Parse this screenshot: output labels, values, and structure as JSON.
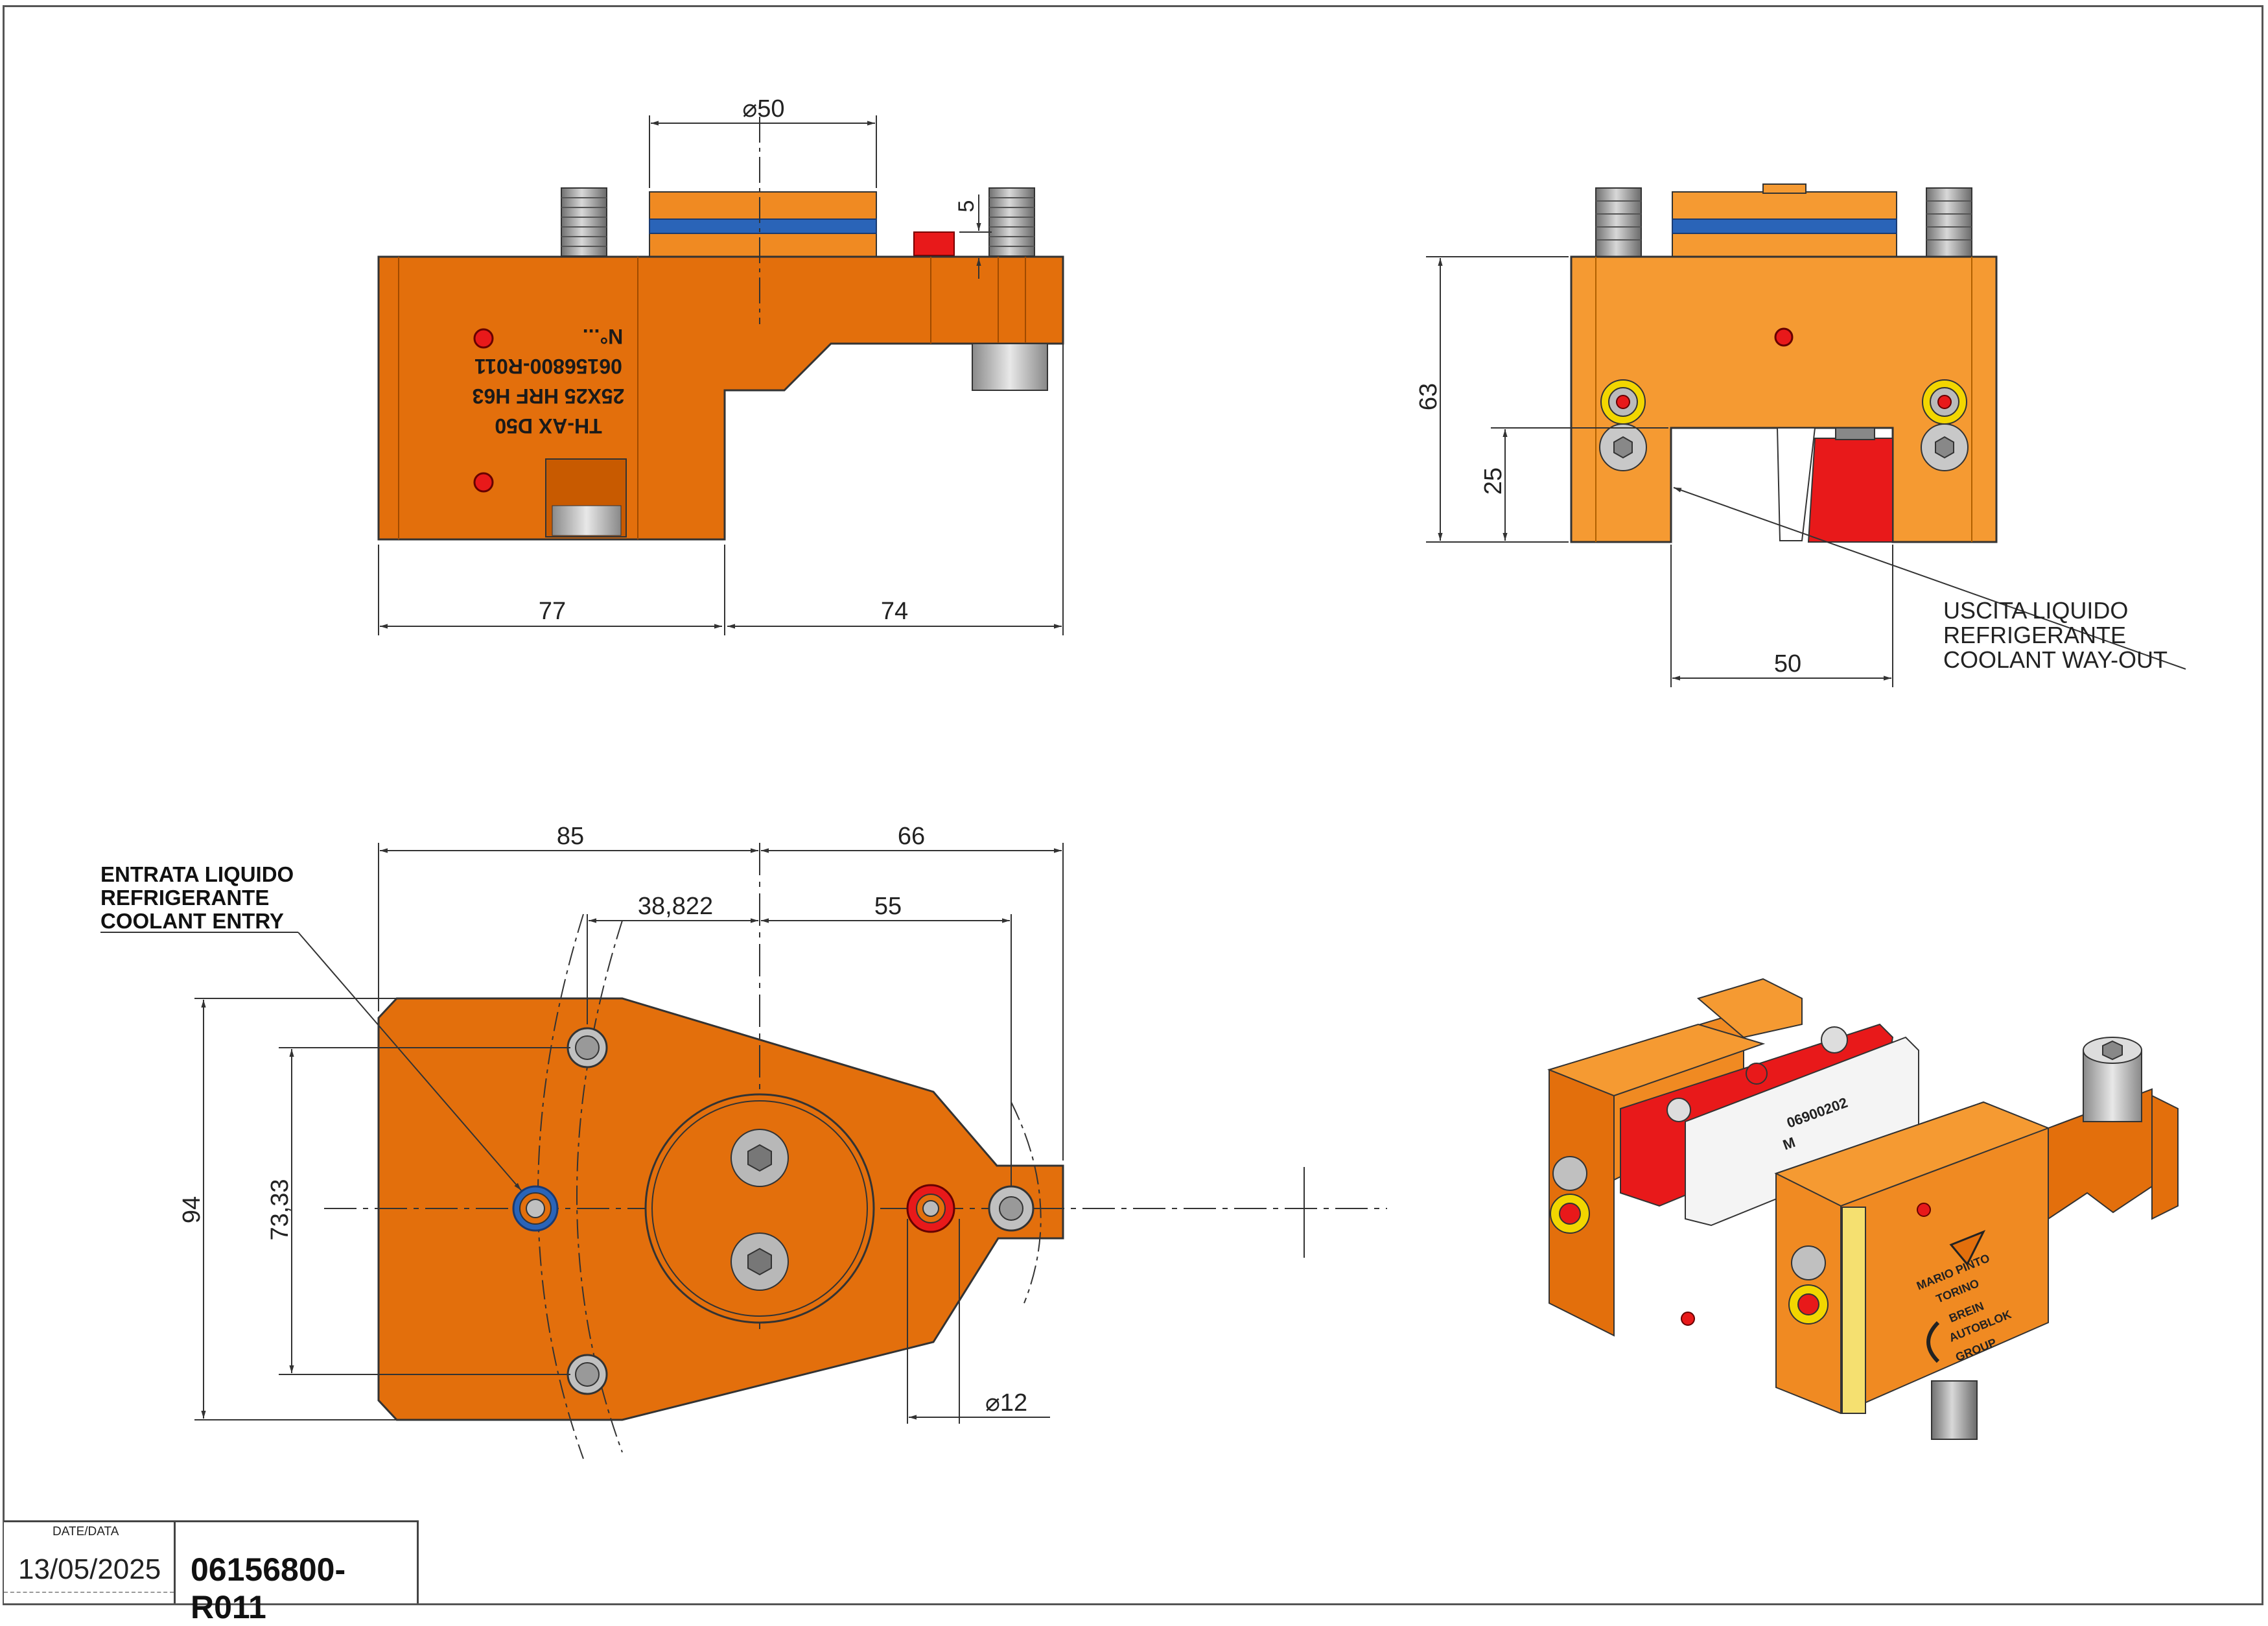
{
  "title_block": {
    "date_label": "DATE/DATA",
    "date": "13/05/2025",
    "part_number": "06156800-R011"
  },
  "front_view": {
    "dim_diameter_top": "⌀50",
    "dim_step": "5",
    "dim_left": "77",
    "dim_right": "74",
    "engraving": [
      "TH-AX D50",
      "25X25 HRF H63",
      "06156800-R011",
      "N°..."
    ]
  },
  "side_view": {
    "dim_height_total": "63",
    "dim_height_slot": "25",
    "dim_slot_width": "50",
    "coolant_out_label": [
      "USCITA LIQUIDO",
      "REFRIGERANTE",
      "COOLANT WAY-OUT"
    ]
  },
  "top_view": {
    "dim_85": "85",
    "dim_66": "66",
    "dim_38822": "38,822",
    "dim_55": "55",
    "dim_94": "94",
    "dim_7333": "73,33",
    "dim_d12": "⌀12",
    "coolant_in_label": [
      "ENTRATA LIQUIDO",
      "REFRIGERANTE",
      "COOLANT ENTRY"
    ]
  },
  "iso_view": {
    "insert_code": "06900202",
    "insert_mark": "M",
    "logo_text": [
      "MARIO PINTO",
      "TORINO",
      "BREIN",
      "AUTOBLOK",
      "GROUP"
    ]
  },
  "colors": {
    "body_orange": "#e36f0c",
    "body_light": "#f59a32",
    "red_part": "#e8191a",
    "seal_blue": "#2a64b8",
    "steel": "#a8a8a8"
  }
}
